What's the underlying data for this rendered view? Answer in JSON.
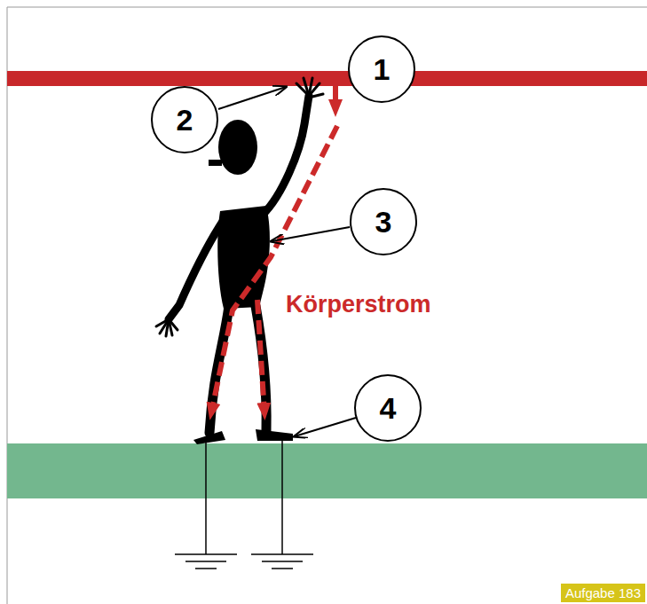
{
  "diagram": {
    "nodes": [
      {
        "text": [
          "1"
        ]
      },
      {
        "text": [
          "2"
        ]
      },
      {
        "text": [
          "3"
        ]
      },
      {
        "text": [
          "4"
        ]
      },
      {
        "text": [
          "Aufgabe 183"
        ]
      }
    ],
    "labels": [
      "Körperstrom"
    ]
  }
}
